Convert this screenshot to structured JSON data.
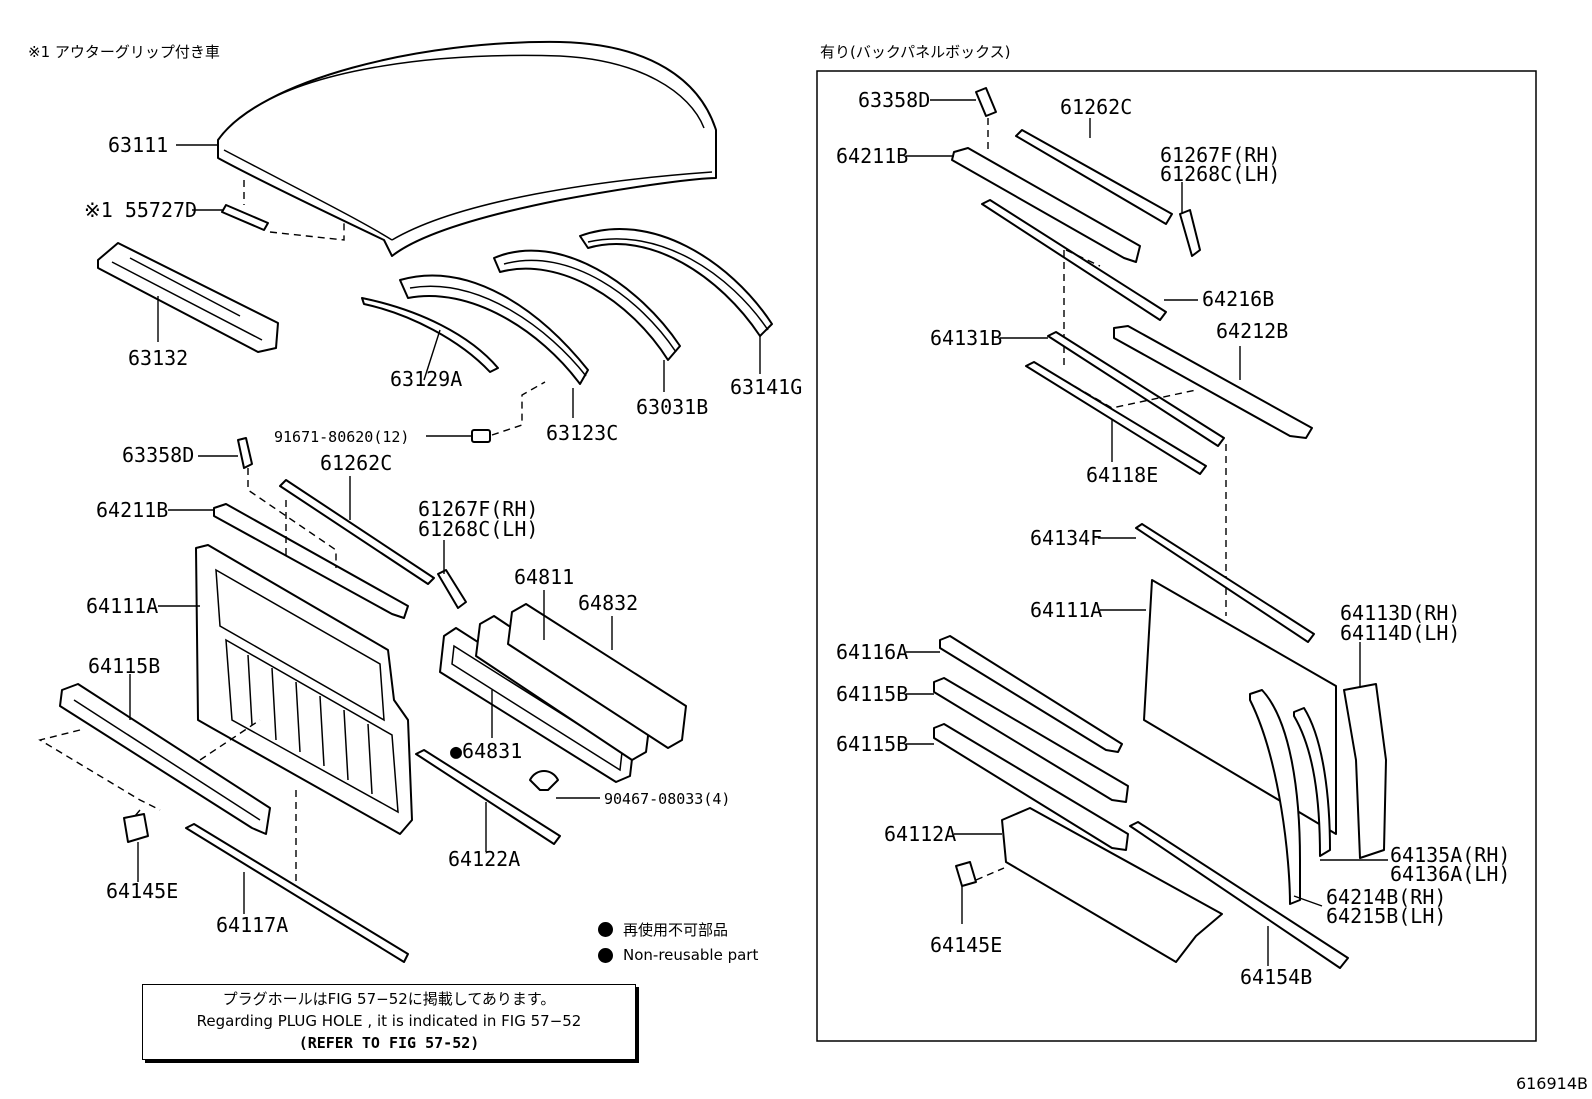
{
  "left_header": "※1 アウターグリップ付き車",
  "right_header": "有り(バックパネルボックス)",
  "left_labels": [
    {
      "id": "l-63111",
      "text": "63111"
    },
    {
      "id": "l-55727D",
      "text": "※1 55727D"
    },
    {
      "id": "l-63132",
      "text": "63132"
    },
    {
      "id": "l-63129A",
      "text": "63129A"
    },
    {
      "id": "l-63123C",
      "text": "63123C"
    },
    {
      "id": "l-63031B",
      "text": "63031B"
    },
    {
      "id": "l-63141G",
      "text": "63141G"
    },
    {
      "id": "l-91671",
      "text": "91671-80620(12)"
    },
    {
      "id": "l-63358D",
      "text": "63358D"
    },
    {
      "id": "l-61262C",
      "text": "61262C"
    },
    {
      "id": "l-61267F",
      "text": "61267F(RH)"
    },
    {
      "id": "l-61268C",
      "text": "61268C(LH)"
    },
    {
      "id": "l-64211B",
      "text": "64211B"
    },
    {
      "id": "l-64111A",
      "text": "64111A"
    },
    {
      "id": "l-64811",
      "text": "64811"
    },
    {
      "id": "l-64832",
      "text": "64832"
    },
    {
      "id": "l-64115B",
      "text": "64115B"
    },
    {
      "id": "l-64831",
      "text": "●64831"
    },
    {
      "id": "l-90467",
      "text": "90467-08033(4)"
    },
    {
      "id": "l-64122A",
      "text": "64122A"
    },
    {
      "id": "l-64145E",
      "text": "64145E"
    },
    {
      "id": "l-64117A",
      "text": "64117A"
    }
  ],
  "right_labels": [
    {
      "id": "r-63358D",
      "text": "63358D"
    },
    {
      "id": "r-61262C",
      "text": "61262C"
    },
    {
      "id": "r-64211B",
      "text": "64211B"
    },
    {
      "id": "r-61267F",
      "text": "61267F(RH)"
    },
    {
      "id": "r-61268C",
      "text": "61268C(LH)"
    },
    {
      "id": "r-64216B",
      "text": "64216B"
    },
    {
      "id": "r-64131B",
      "text": "64131B"
    },
    {
      "id": "r-64212B",
      "text": "64212B"
    },
    {
      "id": "r-64118E",
      "text": "64118E"
    },
    {
      "id": "r-64134F",
      "text": "64134F"
    },
    {
      "id": "r-64111A",
      "text": "64111A"
    },
    {
      "id": "r-64113D",
      "text": "64113D(RH)"
    },
    {
      "id": "r-64114D",
      "text": "64114D(LH)"
    },
    {
      "id": "r-64116A",
      "text": "64116A"
    },
    {
      "id": "r-64115B-1",
      "text": "64115B"
    },
    {
      "id": "r-64115B-2",
      "text": "64115B"
    },
    {
      "id": "r-64112A",
      "text": "64112A"
    },
    {
      "id": "r-64135A",
      "text": "64135A(RH)"
    },
    {
      "id": "r-64136A",
      "text": "64136A(LH)"
    },
    {
      "id": "r-64214B",
      "text": "64214B(RH)"
    },
    {
      "id": "r-64215B",
      "text": "64215B(LH)"
    },
    {
      "id": "r-64145E",
      "text": "64145E"
    },
    {
      "id": "r-64154B",
      "text": "64154B"
    }
  ],
  "legend": {
    "jp": "再使用不可部品",
    "en": "Non-reusable part"
  },
  "note": {
    "jp": "プラグホールはFIG 57−52に掲載してあります。",
    "en": "Regarding  PLUG  HOLE , it is indicated in FIG  57−52",
    "ref": "(REFER TO FIG 57-52)"
  },
  "figure_id": "616914B"
}
